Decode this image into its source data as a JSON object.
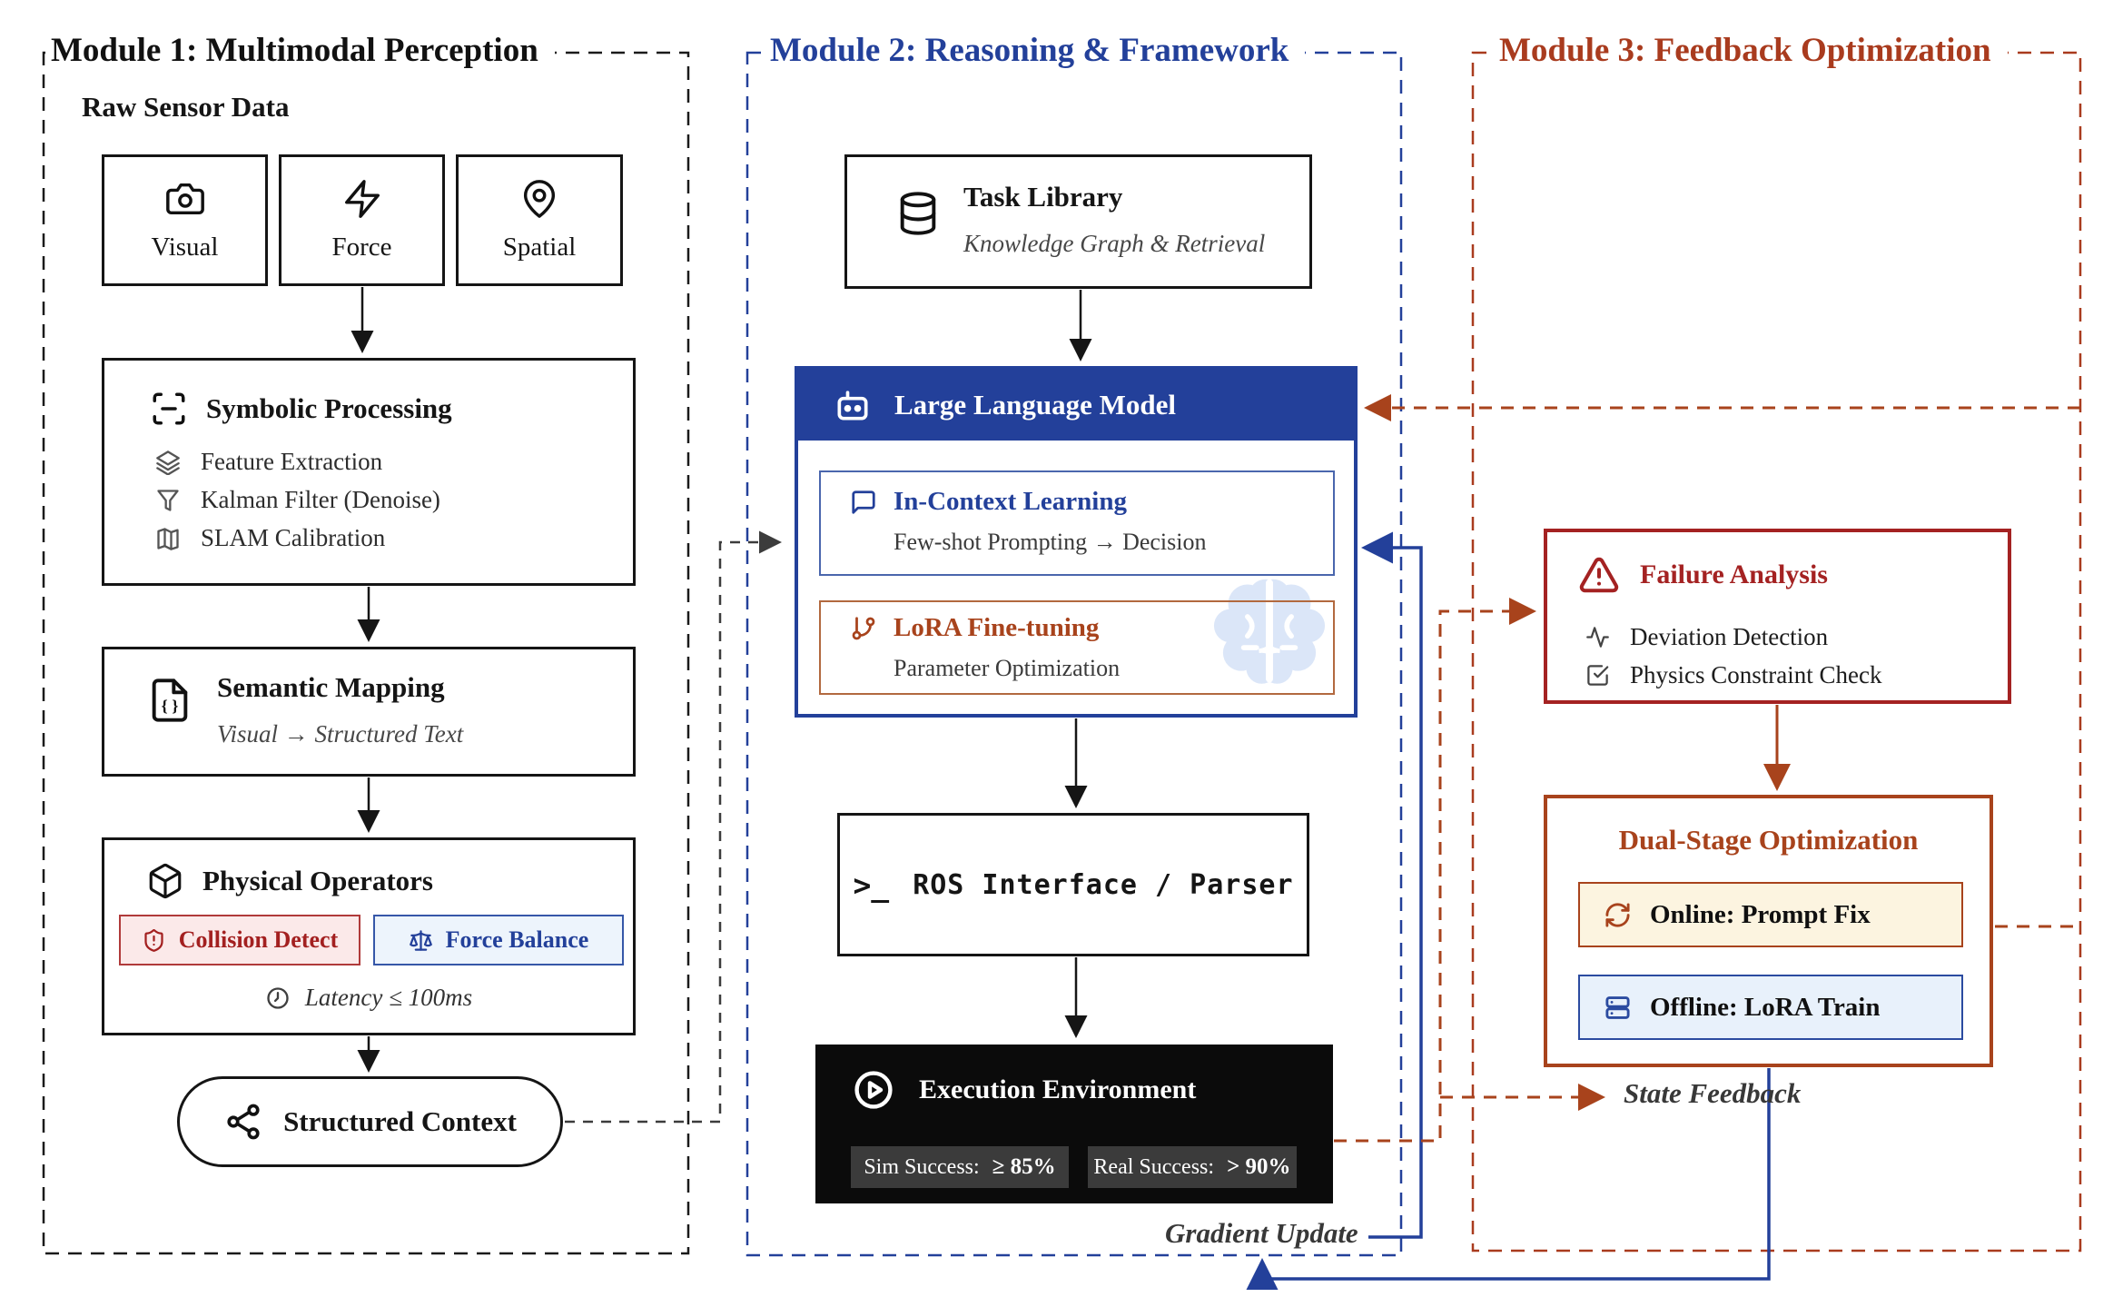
{
  "module1": {
    "title": "Module 1: Multimodal Perception",
    "raw_sensor_label": "Raw Sensor Data",
    "sensors": [
      {
        "label": "Visual",
        "icon": "camera-icon"
      },
      {
        "label": "Force",
        "icon": "zap-icon"
      },
      {
        "label": "Spatial",
        "icon": "map-pin-icon"
      }
    ],
    "symbolic": {
      "title": "Symbolic Processing",
      "icon": "scan-frame-icon",
      "items": [
        {
          "label": "Feature Extraction",
          "icon": "layers-icon"
        },
        {
          "label": "Kalman Filter (Denoise)",
          "icon": "funnel-icon"
        },
        {
          "label": "SLAM Calibration",
          "icon": "map-icon"
        }
      ]
    },
    "semantic": {
      "title": "Semantic Mapping",
      "subtitle": "Visual → Structured Text",
      "icon": "file-code-icon"
    },
    "physical": {
      "title": "Physical Operators",
      "icon": "cube-icon",
      "chips": [
        {
          "label": "Collision Detect",
          "icon": "shield-alert-icon",
          "color": "#a32020"
        },
        {
          "label": "Force Balance",
          "icon": "scale-icon",
          "color": "#23409a"
        }
      ],
      "latency": "Latency ≤ 100ms",
      "latency_icon": "clock-icon"
    },
    "structured_context": {
      "label": "Structured Context",
      "icon": "share-nodes-icon"
    }
  },
  "module2": {
    "title": "Module 2: Reasoning & Framework",
    "task_library": {
      "title": "Task Library",
      "subtitle": "Knowledge Graph & Retrieval",
      "icon": "database-icon"
    },
    "llm": {
      "header": "Large Language Model",
      "icon": "robot-icon",
      "watermark_icon": "brain-icon",
      "in_context": {
        "title": "In-Context Learning",
        "subtitle": "Few-shot Prompting → Decision",
        "icon": "message-square-icon"
      },
      "lora": {
        "title": "LoRA Fine-tuning",
        "subtitle": "Parameter Optimization",
        "icon": "git-branch-icon"
      }
    },
    "ros": {
      "prompt": ">_",
      "label": "ROS Interface / Parser"
    },
    "execution": {
      "title": "Execution Environment",
      "icon": "play-circle-icon",
      "badges": [
        {
          "label": "Sim Success:",
          "value": "≥ 85%"
        },
        {
          "label": "Real Success:",
          "value": "> 90%"
        }
      ]
    }
  },
  "module3": {
    "title": "Module 3: Feedback Optimization",
    "failure": {
      "title": "Failure Analysis",
      "icon": "alert-triangle-icon",
      "items": [
        {
          "label": "Deviation Detection",
          "icon": "activity-icon"
        },
        {
          "label": "Physics Constraint Check",
          "icon": "check-square-icon"
        }
      ]
    },
    "dual_stage": {
      "title": "Dual-Stage Optimization",
      "online": {
        "label": "Online: Prompt Fix",
        "icon": "refresh-icon",
        "bg": "#fcf4e0"
      },
      "offline": {
        "label": "Offline: LoRA Train",
        "icon": "server-icon",
        "bg": "#e8f1fb"
      }
    }
  },
  "labels": {
    "gradient_update": "Gradient Update",
    "state_feedback": "State Feedback"
  },
  "colors": {
    "module2_blue": "#23409a",
    "module3_red": "#a93b1e",
    "failure_red": "#a42222",
    "lora_orange": "#a8431c",
    "collision_red": "#a32020",
    "online_bg": "#fcf4e0",
    "offline_bg": "#e8f1fb",
    "execution_bg": "#0b0b0b",
    "badge_bg": "#3b3b3b",
    "brain_watermark": "#dbe6f8"
  }
}
